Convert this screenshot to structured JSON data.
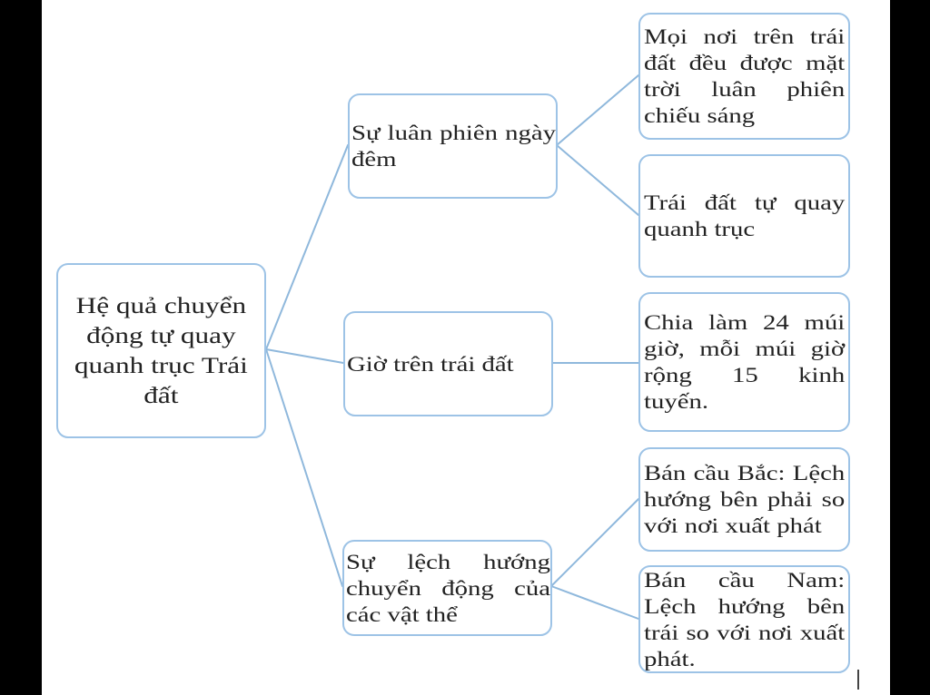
{
  "diagram": {
    "root": {
      "text": "Hệ quả chuyển động tự quay quanh trục Trái đất"
    },
    "branches": [
      {
        "text": "Sự luân phiên ngày đêm",
        "children": [
          "Mọi nơi trên trái đất đều được mặt trời luân phiên chiếu sáng",
          "Trái đất tự quay quanh trục"
        ]
      },
      {
        "text": "Giờ trên trái đất",
        "children": [
          "Chia làm 24 múi giờ, mỗi múi giờ rộng 15 kinh tuyến."
        ]
      },
      {
        "text": "Sự lệch hướng chuyển động của các vật thể",
        "children": [
          "Bán cầu Bắc: Lệch hướng bên phải so với nơi xuất phát",
          "Bán cầu Nam: Lệch hướng bên trái so với nơi xuất phát."
        ]
      }
    ]
  },
  "colors": {
    "background": "#ffffff",
    "frame": "#000000",
    "box_border": "#9dc3e6",
    "connector": "#8fb8dc",
    "text": "#222222"
  }
}
